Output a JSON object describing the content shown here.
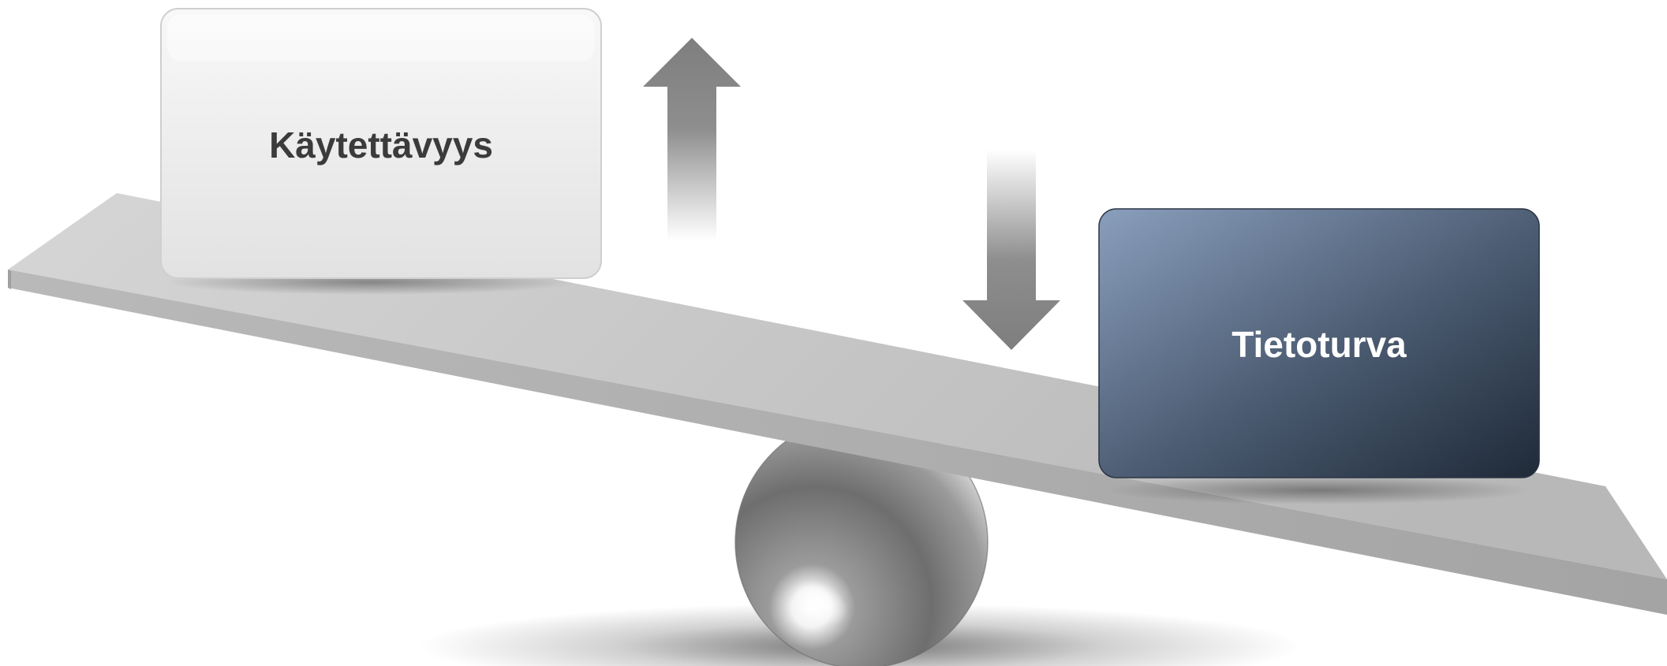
{
  "diagram": {
    "left_box": {
      "label": "Käytettävyys",
      "text_color": "#3b3b3b",
      "fill_top": "#f8f8f8",
      "fill_bottom": "#e2e2e2"
    },
    "right_box": {
      "label": "Tietoturva",
      "text_color": "#ffffff",
      "fill_top": "#8a9fbd",
      "fill_bottom": "#1f2a38"
    },
    "arrow_up": {
      "direction": "up",
      "color": "#808080"
    },
    "arrow_down": {
      "direction": "down",
      "color": "#808080"
    },
    "plank": {
      "color": "#c9c9c9",
      "edge_color": "#ababab",
      "tilt": "lower on the right"
    },
    "fulcrum": {
      "shape": "sphere",
      "color": "#8a8a8a"
    }
  }
}
